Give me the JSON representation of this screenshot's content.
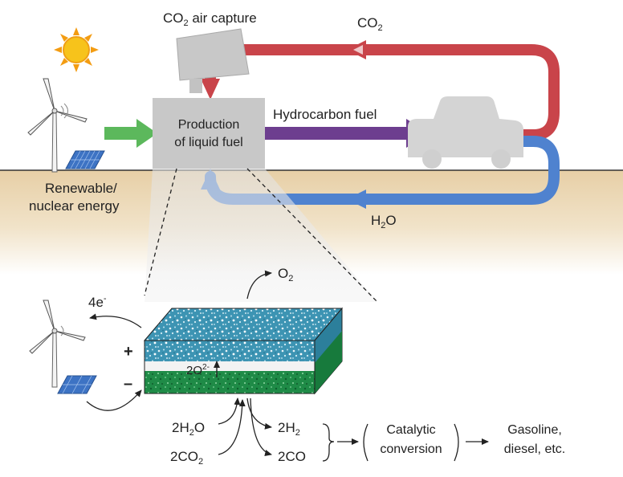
{
  "labels": {
    "co2_capture": "CO",
    "co2_capture_sub": "2",
    "co2_capture_rest": " air capture",
    "co2_top": "CO",
    "co2_top_sub": "2",
    "production_line1": "Production",
    "production_line2": "of liquid fuel",
    "hydrocarbon_fuel": "Hydrocarbon fuel",
    "renewable_line1": "Renewable/",
    "renewable_line2": "nuclear energy",
    "h2o_bottom": "H",
    "h2o_bottom_sub": "2",
    "h2o_bottom_rest": "O",
    "o2": "O",
    "o2_sub": "2",
    "electrons": "4e",
    "electrons_sup": "-",
    "plus": "+",
    "minus": "–",
    "oxide_ion": "2O",
    "oxide_ion_sup": "2-",
    "reactant_h2o_a": "2H",
    "reactant_h2o_sub": "2",
    "reactant_h2o_b": "O",
    "reactant_co2_a": "2CO",
    "reactant_co2_sub": "2",
    "product_h2_a": "2H",
    "product_h2_sub": "2",
    "product_co": "2CO",
    "catalytic_line1": "Catalytic",
    "catalytic_line2": "conversion",
    "gasoline_line1": "Gasoline,",
    "gasoline_line2": "diesel, etc."
  },
  "colors": {
    "co2_loop": "#c9444a",
    "h2o_loop": "#4f82cf",
    "fuel_arrow": "#6d3e8f",
    "energy_arrow": "#5bb75a",
    "ground": "#ead5b3",
    "box_gray": "#c8c8c8",
    "car_gray": "#d2d2d2",
    "top_layer": "#3f97b5",
    "bottom_layer": "#1d8a45",
    "sun": "#f5b620"
  },
  "icons": [
    "sun-icon",
    "wind-turbine-icon",
    "solar-panel-icon",
    "car-icon",
    "air-capture-unit-icon",
    "electrolysis-cell-icon"
  ]
}
